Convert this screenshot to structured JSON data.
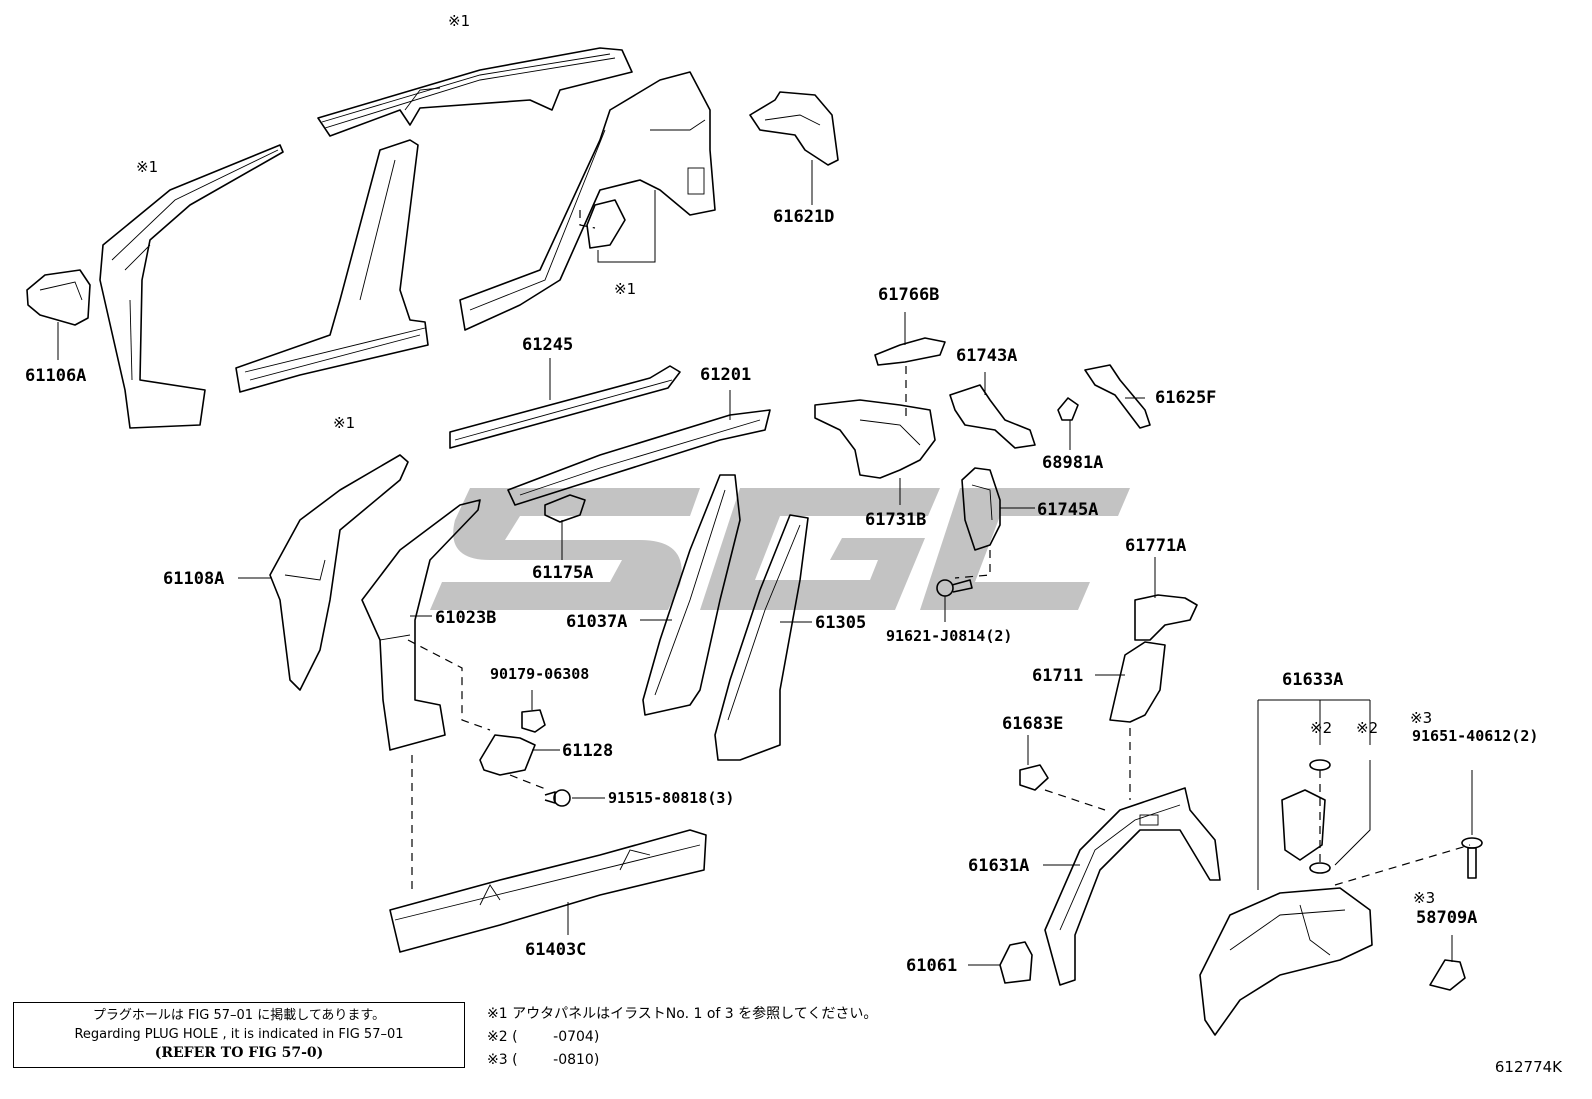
{
  "watermark": "SGC",
  "marks": {
    "m1": "※1",
    "m2": "※2",
    "m3": "※3"
  },
  "labels": {
    "p61106A": "61106A",
    "p61621D": "61621D",
    "p61766B": "61766B",
    "p61743A": "61743A",
    "p61625F": "61625F",
    "p68981A": "68981A",
    "p61245": "61245",
    "p61201": "61201",
    "p61731B": "61731B",
    "p61745A": "61745A",
    "p61108A": "61108A",
    "p61175A": "61175A",
    "p61023B": "61023B",
    "p61037A": "61037A",
    "p61305": "61305",
    "p91621": "91621-J0814(2)",
    "p61771A": "61771A",
    "p61711": "61711",
    "p90179": "90179-06308",
    "p61128": "61128",
    "p91515": "91515-80818(3)",
    "p61683E": "61683E",
    "p61633A": "61633A",
    "p91651": "91651-40612(2)",
    "p61631A": "61631A",
    "p61403C": "61403C",
    "p61061": "61061",
    "p58709A": "58709A"
  },
  "note": {
    "line1": "プラグホールは FIG 57–01 に掲載してあります。",
    "line2": "Regarding  PLUG HOLE , it is indicated in FIG  57–01",
    "line3": "(REFER TO FIG 57-0)"
  },
  "footnotes": {
    "f1": "※1 アウタパネルはイラストNo. 1 of 3 を参照してください。",
    "f2": "※2 (        -0704)",
    "f3": "※3 (        -0810)"
  },
  "illustration_no": "612774K"
}
